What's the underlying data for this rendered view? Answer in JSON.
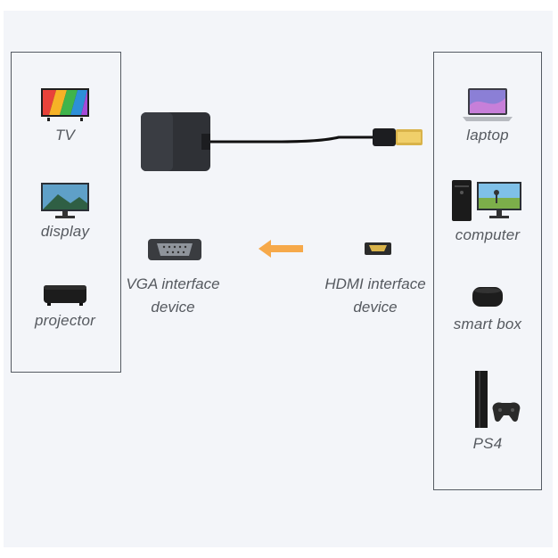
{
  "sources": [
    {
      "label": "laptop",
      "icon": "laptop-icon"
    },
    {
      "label": "computer",
      "icon": "computer-icon"
    },
    {
      "label": "smart box",
      "icon": "smart-box-icon"
    },
    {
      "label": "PS4",
      "icon": "ps4-icon"
    }
  ],
  "displays": [
    {
      "label": "TV",
      "icon": "tv-icon"
    },
    {
      "label": "display",
      "icon": "monitor-icon"
    },
    {
      "label": "projector",
      "icon": "projector-icon"
    }
  ],
  "center": {
    "vga_label_line1": "VGA interface",
    "vga_label_line2": "device",
    "hdmi_label_line1": "HDMI interface",
    "hdmi_label_line2": "device"
  },
  "colors": {
    "arrow": "#f6a94a",
    "frame": "#555b63",
    "label": "#55595f"
  }
}
